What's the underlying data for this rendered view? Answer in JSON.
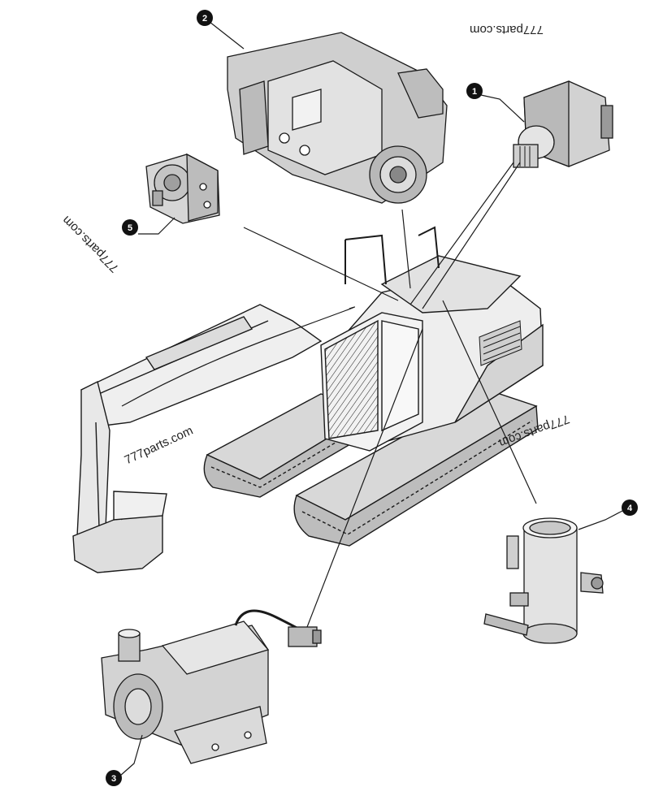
{
  "callouts": [
    {
      "id": "1",
      "label": "1"
    },
    {
      "id": "2",
      "label": "2"
    },
    {
      "id": "3",
      "label": "3"
    },
    {
      "id": "4",
      "label": "4"
    },
    {
      "id": "5",
      "label": "5"
    }
  ],
  "watermarks": [
    {
      "text": "777parts.com"
    },
    {
      "text": "777parts.com"
    },
    {
      "text": "777parts.com"
    },
    {
      "text": "777parts.com"
    }
  ],
  "colors": {
    "line": "#1a1a1a",
    "fill_light": "#e6e6e6",
    "fill_mid": "#c8c8c8",
    "fill_dark": "#8a8a8a",
    "callout_bg": "#111111"
  }
}
